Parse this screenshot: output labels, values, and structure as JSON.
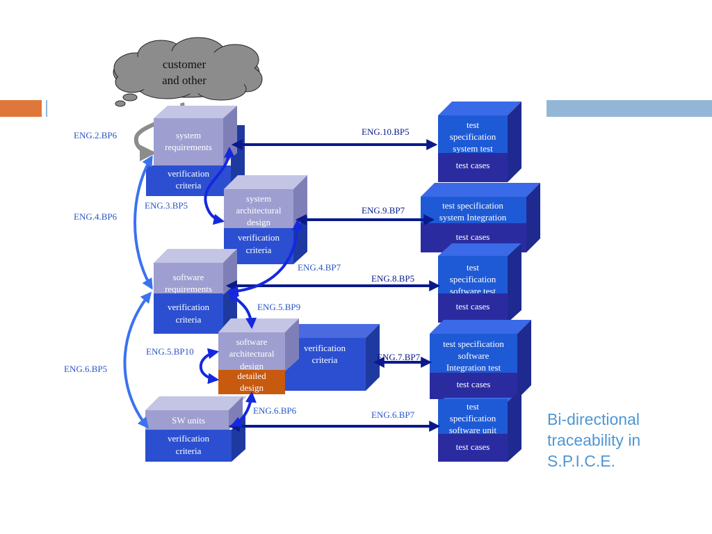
{
  "colors": {
    "accent_orange": "#e0773a",
    "accent_blue": "#92b6d6",
    "label_blue": "#2b55c6",
    "arrow_dark": "#0a1a8a",
    "arrow_light": "#3a72f0",
    "box_grey": "#9e9ed0",
    "box_blue": "#2b4fd0",
    "cube_blue": "#1e5ad6",
    "cube_navy": "#2b2ba0",
    "detailed_orange": "#c85a10",
    "cloud_grey": "#8c8c8c",
    "caption": "#4f96d3"
  },
  "cloud": {
    "line1": "customer",
    "line2": "and other"
  },
  "left_blocks": {
    "sys_req": {
      "top1": "system",
      "top2": "requirements",
      "bot1": "verification",
      "bot2": "criteria"
    },
    "sys_arch": {
      "top1": "system",
      "top2": "architectural",
      "top3": "design",
      "bot1": "verification",
      "bot2": "criteria"
    },
    "sw_req": {
      "top1": "software",
      "top2": "requirements",
      "bot1": "verification",
      "bot2": "criteria"
    },
    "sw_arch": {
      "top1": "software",
      "top2": "architectural",
      "top3": "design",
      "side1": "verification",
      "side2": "criteria",
      "detail1": "detailed",
      "detail2": "design"
    },
    "sw_units": {
      "top1": "SW units",
      "bot1": "verification",
      "bot2": "criteria"
    }
  },
  "right_blocks": {
    "sys_test": {
      "t1": "test",
      "t2": "specification",
      "t3": "system test",
      "cases": "test cases"
    },
    "sys_int": {
      "t1": "test specification",
      "t2": "system Integration",
      "cases": "test cases"
    },
    "sw_test": {
      "t1": "test",
      "t2": "specification",
      "t3": "software test",
      "cases": "test cases"
    },
    "sw_int": {
      "t1": "test specification",
      "t2": "software",
      "t3": "Integration test",
      "cases": "test cases"
    },
    "sw_unit": {
      "t1": "test",
      "t2": "specification",
      "t3": "software unit",
      "cases": "test cases"
    }
  },
  "labels": {
    "eng_2_bp6": "ENG.2.BP6",
    "eng_4_bp6": "ENG.4.BP6",
    "eng_6_bp5": "ENG.6.BP5",
    "eng_3_bp5": "ENG.3.BP5",
    "eng_4_bp7": "ENG.4.BP7",
    "eng_5_bp9": "ENG.5.BP9",
    "eng_5_bp10": "ENG.5.BP10",
    "eng_6_bp6": "ENG.6.BP6",
    "eng_10_bp5": "ENG.10.BP5",
    "eng_9_bp7": "ENG.9.BP7",
    "eng_8_bp5": "ENG.8.BP5",
    "eng_7_bp7": "ENG.7.BP7",
    "eng_6_bp7": "ENG.6.BP7"
  },
  "caption": {
    "line1": "Bi-directional",
    "line2": "traceability in",
    "line3": "S.P.I.C.E."
  }
}
